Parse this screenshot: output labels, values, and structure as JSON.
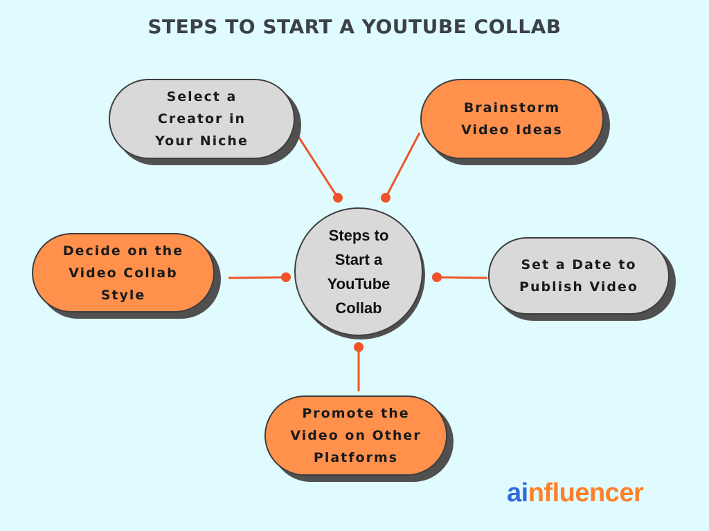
{
  "title": "STEPS TO START A YOUTUBE COLLAB",
  "center": {
    "label": "Steps to\nStart a\nYouTube\nCollab"
  },
  "steps": [
    {
      "label": "Select a\nCreator in\nYour Niche",
      "color": "grey"
    },
    {
      "label": "Brainstorm\nVideo Ideas",
      "color": "orange"
    },
    {
      "label": "Decide on the\nVideo Collab\nStyle",
      "color": "orange"
    },
    {
      "label": "Set a Date to\nPublish Video",
      "color": "grey"
    },
    {
      "label": "Promote the\nVideo on Other\nPlatforms",
      "color": "orange"
    }
  ],
  "logo": {
    "prefix": "ai",
    "rest": "nfluencer"
  },
  "colors": {
    "background": "#e0fbfd",
    "orange": "#ff914d",
    "grey": "#d9d9d9",
    "connector": "#f0522b",
    "logo_blue": "#2f6bdc",
    "logo_orange": "#ff7f2a"
  }
}
